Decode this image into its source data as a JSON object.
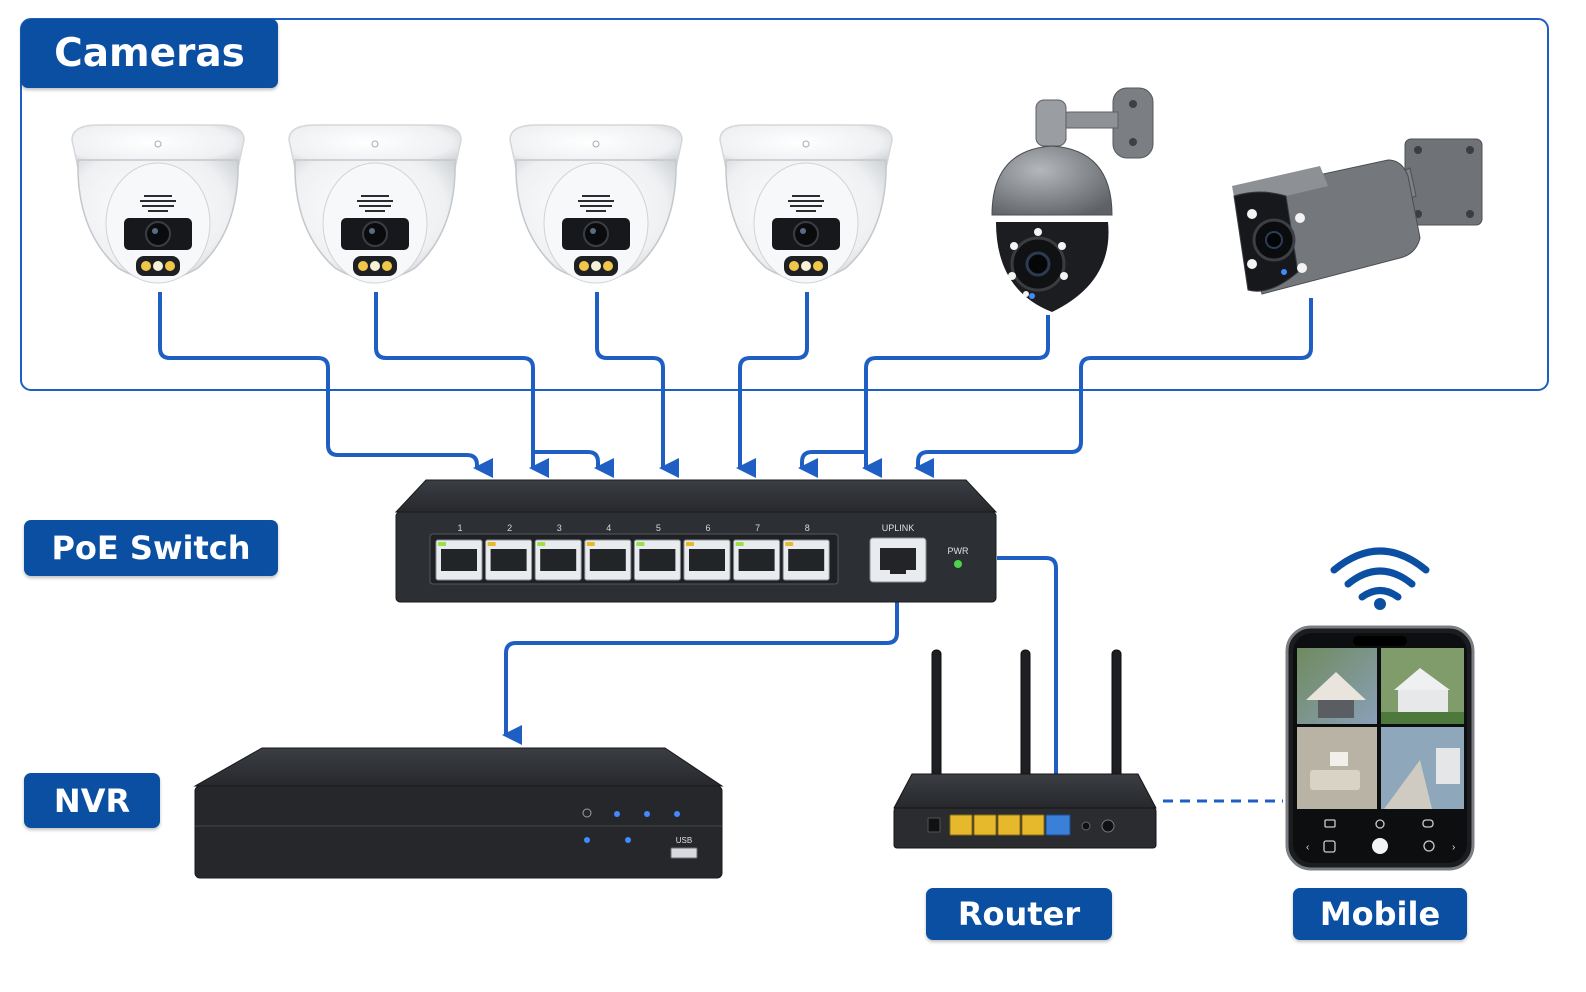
{
  "labels": {
    "cameras": "Cameras",
    "poe_switch": "PoE Switch",
    "nvr": "NVR",
    "router": "Router",
    "mobile": "Mobile"
  },
  "switch": {
    "ports": [
      "1",
      "2",
      "3",
      "4",
      "5",
      "6",
      "7",
      "8"
    ],
    "uplink": "UPLINK",
    "power": "PWR"
  },
  "nvr": {
    "usb": "USB"
  },
  "colors": {
    "accent": "#0b4fa3",
    "cable": "#1f5fc4",
    "device": "#2b2e33",
    "port_yellow": "#e5b92b",
    "port_blue": "#3a7fd8",
    "led_green": "#4cd44a",
    "led_blue": "#3f8bff"
  },
  "icons": [
    "dome-camera-icon",
    "ptz-camera-icon",
    "bullet-camera-icon",
    "wifi-icon",
    "smartphone-icon"
  ]
}
